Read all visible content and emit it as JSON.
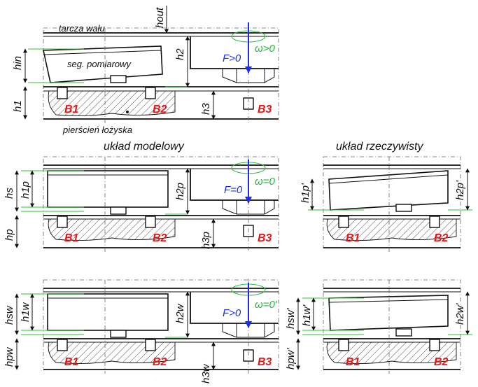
{
  "labels": {
    "tarcza": "tarcza wału",
    "seg": "seg. pomiarowy",
    "pierscien": "pierścień łożyska",
    "uklad_modelowy": "układ modelowy",
    "uklad_rzeczywisty": "układ rzeczywisty"
  },
  "bearings": {
    "b1": "B1",
    "b2": "B2",
    "b3": "B3"
  },
  "dims": {
    "hout": "hout",
    "h2": "h2",
    "hin": "hin",
    "h1": "h1",
    "h3": "h3",
    "hs": "hs",
    "h1p": "h1p",
    "h2p": "h2p",
    "hp": "hp",
    "h3p": "h3p",
    "h1p_prime": "h1p'",
    "h2p_prime": "h2p'",
    "hsw": "hsw",
    "h1w": "h1w",
    "h2w": "h2w",
    "hpw": "hpw",
    "h3w": "h3w",
    "hsw_prime": "hsw'",
    "h1w_prime": "h1w'",
    "h2w_prime": "h2w'",
    "hpw_prime": "hpw'"
  },
  "loads": {
    "force_top": "F>0",
    "omega_top": "ω>0",
    "force_mid": "F=0",
    "omega_mid": "ω=0",
    "force_bot": "F>0",
    "omega_bot": "ω=0'"
  },
  "colors": {
    "bearing": "#e11919",
    "force": "#1a2cf0",
    "rotation": "#1fb53a",
    "reference": "#2dbf3a",
    "line": "#111111"
  }
}
